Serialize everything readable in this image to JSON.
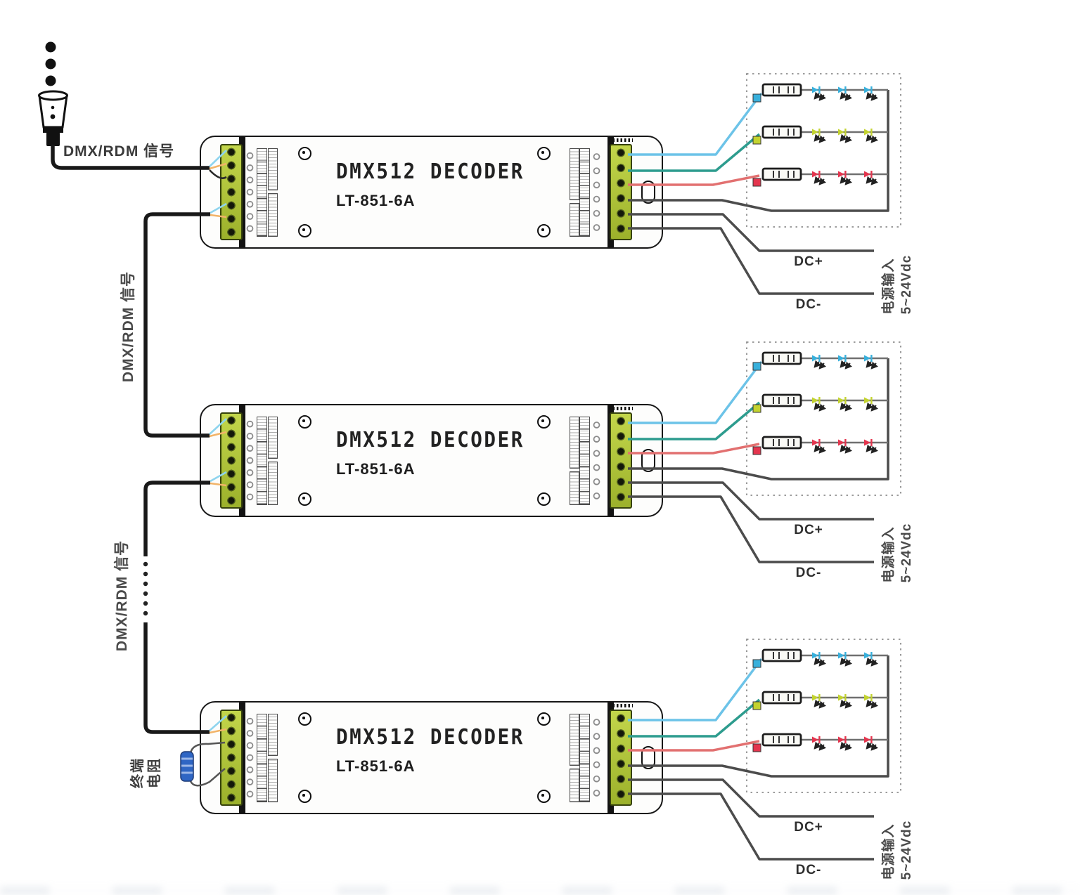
{
  "diagram": {
    "signal_label": "DMX/RDM 信号",
    "chain_labels": [
      "DMX/RDM 信号",
      "DMX/RDM 信号"
    ],
    "decoders": [
      {
        "title": "DMX512 DECODER",
        "model": "LT-851-6A"
      },
      {
        "title": "DMX512 DECODER",
        "model": "LT-851-6A"
      },
      {
        "title": "DMX512 DECODER",
        "model": "LT-851-6A"
      }
    ],
    "power": {
      "positive": "DC+",
      "negative": "DC-",
      "source": "电源输入",
      "voltage": "5~24Vdc"
    },
    "terminator": {
      "line1": "终端",
      "line2": "电阻"
    },
    "colors": {
      "terminal_block": "#aec232",
      "wire_blue": "#6cc3e8",
      "wire_teal": "#2d9c8e",
      "wire_red": "#e27070",
      "wire_orange": "#f2b469",
      "led_row_blue": "#38b0dc",
      "led_row_yellow": "#c3d330",
      "led_row_red": "#e4354e",
      "cable_black": "#191919"
    }
  }
}
